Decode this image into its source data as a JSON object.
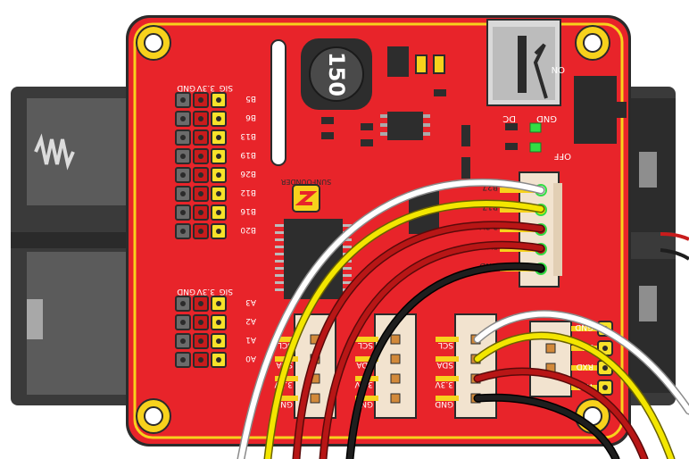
{
  "colors": {
    "board": "#e8242a",
    "board_edge": "#2b2b2b",
    "gold": "#f7d21c",
    "holder": "#3a3a3a",
    "holder_dark": "#242424",
    "chip": "#2d2d2d",
    "connector": "#f2e3cf",
    "wire_white": "#ffffff",
    "wire_yellow": "#f3e600",
    "wire_red": "#b81616",
    "wire_black": "#1e1e1e",
    "led": "#33dd44",
    "pin_grey": "#6b6b6b",
    "pin_red": "#c81c1c",
    "pin_yellow": "#f7e22a"
  },
  "board": {
    "inductor_label": "150",
    "brand_label": "SUNFOUNDER"
  },
  "top_header": {
    "col_labels": [
      "SIG",
      "3.3V",
      "GND"
    ],
    "pins": [
      "B5",
      "B6",
      "B13",
      "B19",
      "B26",
      "B12",
      "B16",
      "B20"
    ]
  },
  "left_header": {
    "col_labels": [
      "SIG",
      "3.3V",
      "GND"
    ],
    "pins": [
      "A3",
      "A2",
      "A1",
      "A0"
    ]
  },
  "power": {
    "switch_on": "ON",
    "switch_off": "OFF",
    "dc": "DC",
    "gnd": "GND"
  },
  "right_connector": {
    "pins": [
      "B27",
      "B17",
      "3.3V",
      "5V",
      "GND"
    ]
  },
  "i2c_connectors": [
    {
      "pins": [
        "SCL",
        "SDA",
        "3.3V",
        "GND"
      ]
    },
    {
      "pins": [
        "SCL",
        "SDA",
        "3.3V",
        "GND"
      ]
    },
    {
      "pins": [
        "SCL",
        "SDA",
        "3.3V",
        "GND"
      ]
    }
  ],
  "uart_connector": {
    "pins": [
      "GND",
      "5V",
      "RXD",
      "TXD"
    ]
  }
}
